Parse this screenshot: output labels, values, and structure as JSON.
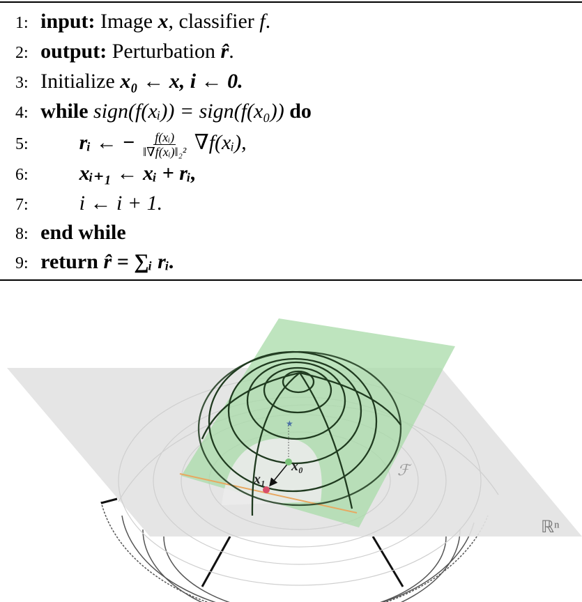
{
  "algorithm": {
    "lines": [
      {
        "num": "1:",
        "keyword": "input:",
        "text": "Image",
        "math": "x",
        "rest": ", classifier",
        "math2": "f",
        "end": "."
      },
      {
        "num": "2:",
        "keyword": "output:",
        "text": "Perturbation",
        "math": "r̂",
        "end": "."
      },
      {
        "num": "3:",
        "text": "Initialize",
        "math": "x₀ ← x, i ← 0."
      },
      {
        "num": "4:",
        "keyword": "while",
        "math": "sign(f(xᵢ)) = sign(f(x₀))",
        "keyword2": "do"
      },
      {
        "num": "5:",
        "lhs": "rᵢ ← −",
        "frac_num": "f(xᵢ)",
        "frac_den": "‖∇f(xᵢ)‖₂²",
        "rhs": "∇f(xᵢ),"
      },
      {
        "num": "6:",
        "math": "xᵢ₊₁ ← xᵢ + rᵢ,"
      },
      {
        "num": "7:",
        "math": "i ← i + 1."
      },
      {
        "num": "8:",
        "keyword": "end while"
      },
      {
        "num": "9:",
        "keyword": "return",
        "math": "r̂ = ∑ᵢ rᵢ."
      }
    ]
  },
  "figure": {
    "labels": {
      "x0": "x₀",
      "x1": "x₁",
      "boundary": "ℱ",
      "space": "ℝⁿ"
    },
    "colors": {
      "plane_gray": "#e3e3e3",
      "tangent_green": "#a8dba8",
      "contour": "#1f3a1f",
      "point_x0": "#7cc47c",
      "point_x1": "#d9506a",
      "boundary_line": "#e8a860",
      "star": "#4a6fa5"
    }
  }
}
